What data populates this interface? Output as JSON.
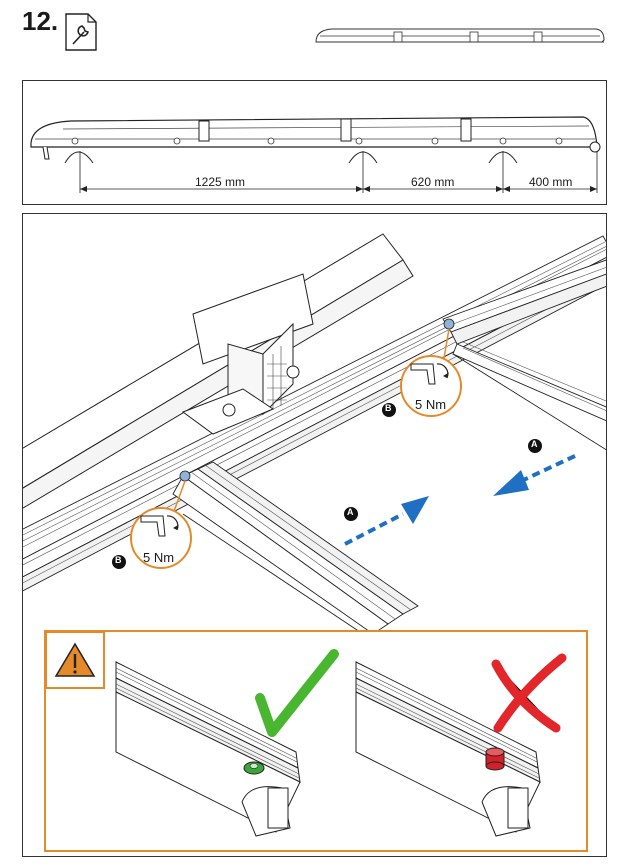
{
  "step": {
    "number": "12."
  },
  "icons": {
    "step_tool": "wrench-document-icon",
    "warning": "warning-triangle-icon",
    "correct": "checkmark-icon",
    "incorrect": "cross-icon"
  },
  "dimensions": {
    "segments": [
      "1225 mm",
      "620 mm",
      "400 mm"
    ]
  },
  "markers": {
    "arrow_label": "A",
    "fastener_label": "B",
    "torque": "5 Nm"
  },
  "colors": {
    "arrow_blue": "#1f6fc2",
    "warning_orange": "#e58a2b",
    "correct_green": "#49b630",
    "incorrect_red": "#e2262a",
    "washer_green": "#3aa63a",
    "washer_red": "#d4202a"
  }
}
